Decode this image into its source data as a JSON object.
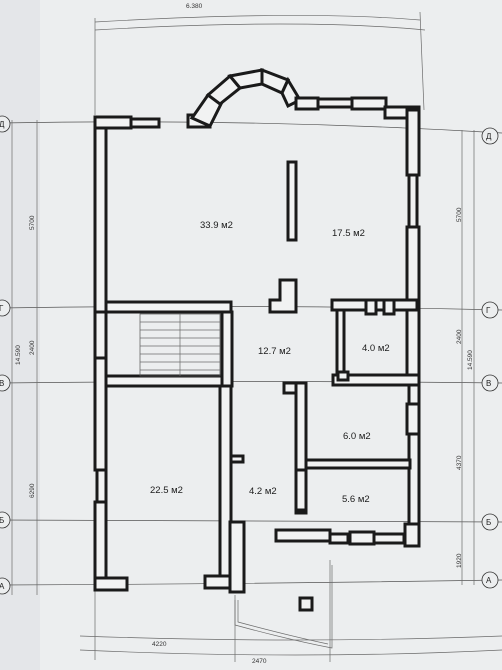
{
  "rooms": [
    {
      "id": "living",
      "area": "33.9 м2"
    },
    {
      "id": "kitchen",
      "area": "17.5 м2"
    },
    {
      "id": "hall",
      "area": "12.7 м2"
    },
    {
      "id": "storage",
      "area": "4.0 м2"
    },
    {
      "id": "bath",
      "area": "6.0 м2"
    },
    {
      "id": "bedroom",
      "area": "22.5 м2"
    },
    {
      "id": "corridor",
      "area": "4.2 м2"
    },
    {
      "id": "boiler",
      "area": "5.6 м2"
    }
  ],
  "dimensions": {
    "top_total": "6.380",
    "left_top": "5700",
    "left_mid": "2400",
    "left_total": "14.590",
    "left_bottom": "6290",
    "right_top": "5700",
    "right_mid": "2400",
    "right_total": "14.590",
    "right_lower": "4370",
    "right_bottom": "1920",
    "bottom_left": "4220",
    "bottom_mid": "2470"
  },
  "axes": {
    "left": [
      "Д",
      "Г",
      "В",
      "Б",
      "А"
    ],
    "right": [
      "Д",
      "Г",
      "В",
      "Б",
      "А"
    ]
  }
}
